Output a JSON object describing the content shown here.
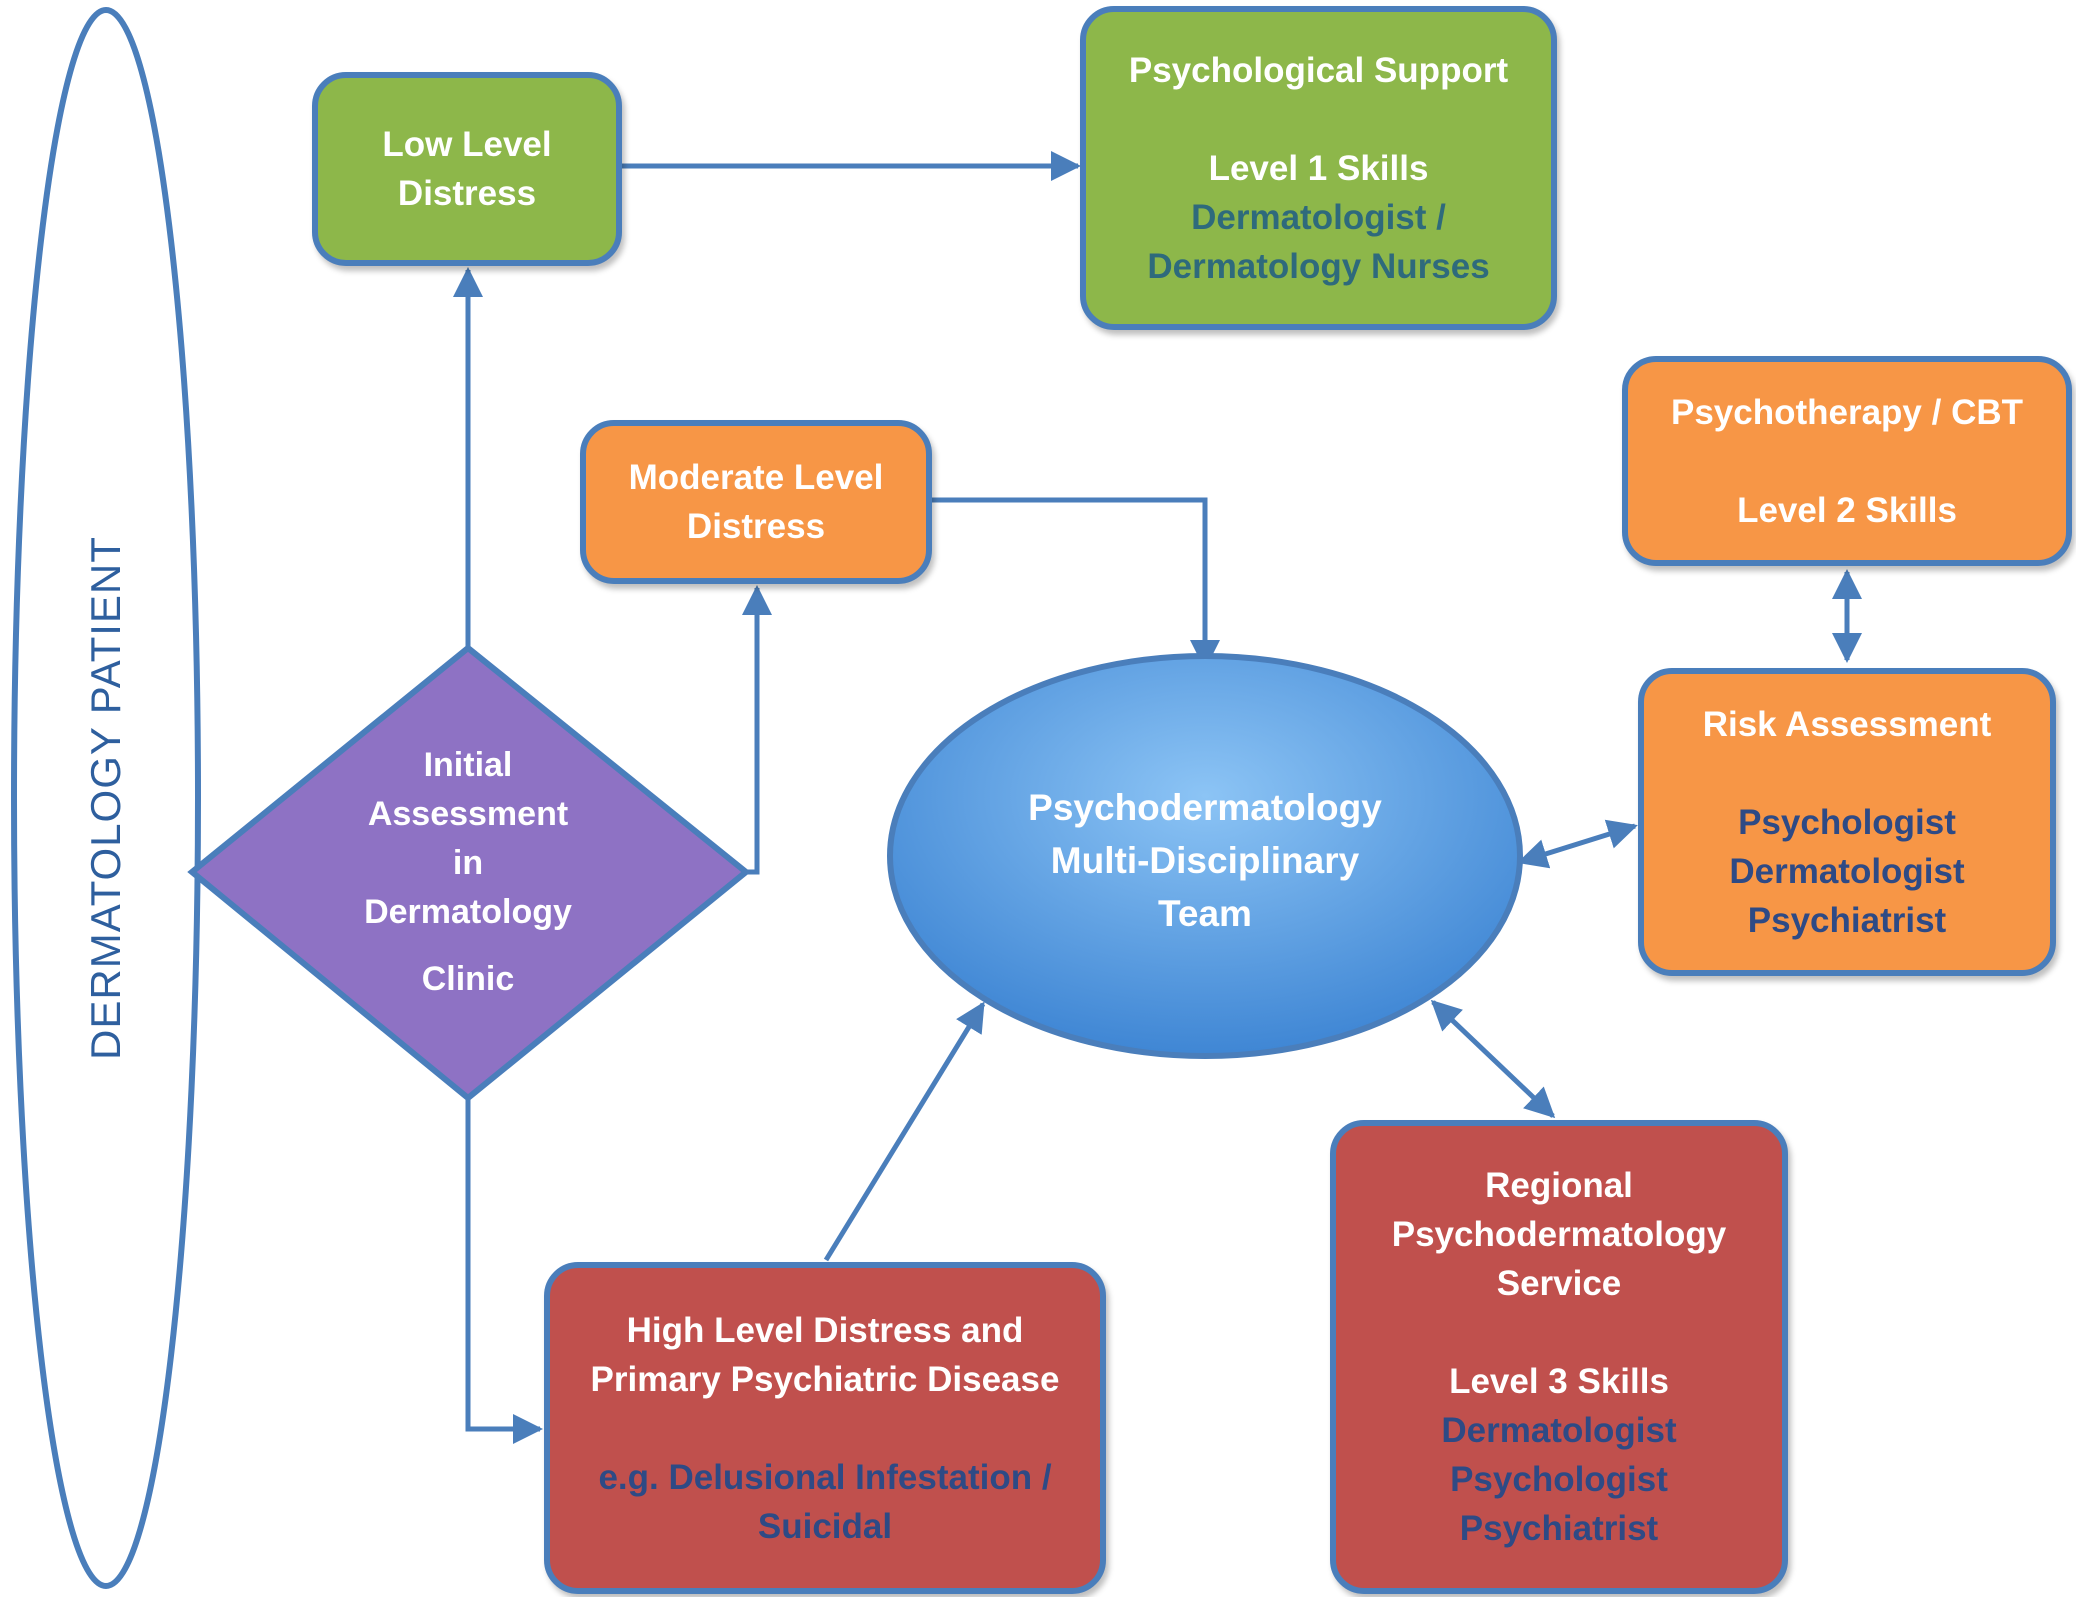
{
  "colors": {
    "border_blue": "#4a7ebb",
    "green": "#8db74a",
    "orange": "#f79646",
    "red": "#c0504d",
    "purple": "#8e72c4",
    "ellipse_blue": "#5b9ee0",
    "label_blue": "#2e5f9e"
  },
  "patient_label": "DERMATOLOGY PATIENT",
  "initial_assessment": {
    "lines": [
      "Initial",
      "Assessment",
      "in",
      "Dermatology",
      "Clinic"
    ]
  },
  "low_distress": {
    "lines": [
      "Low Level",
      "Distress"
    ]
  },
  "psych_support": {
    "title": "Psychological Support",
    "skills": "Level 1 Skills",
    "staff": [
      "Dermatologist /",
      "Dermatology Nurses"
    ]
  },
  "moderate_distress": {
    "lines": [
      "Moderate Level",
      "Distress"
    ]
  },
  "mdt": {
    "lines": [
      "Psychodermatology",
      "Multi-Disciplinary",
      "Team"
    ]
  },
  "psychotherapy": {
    "title": "Psychotherapy / CBT",
    "skills": "Level 2 Skills"
  },
  "risk_assessment": {
    "title": "Risk Assessment",
    "staff": [
      "Psychologist",
      "Dermatologist",
      "Psychiatrist"
    ]
  },
  "high_distress": {
    "title_lines": [
      "High Level Distress and",
      "Primary Psychiatric Disease"
    ],
    "example_lines": [
      "e.g. Delusional Infestation /",
      "Suicidal"
    ]
  },
  "regional_service": {
    "title_lines": [
      "Regional",
      "Psychodermatology",
      "Service"
    ],
    "skills": "Level 3 Skills",
    "staff": [
      "Dermatologist",
      "Psychologist",
      "Psychiatrist"
    ]
  }
}
